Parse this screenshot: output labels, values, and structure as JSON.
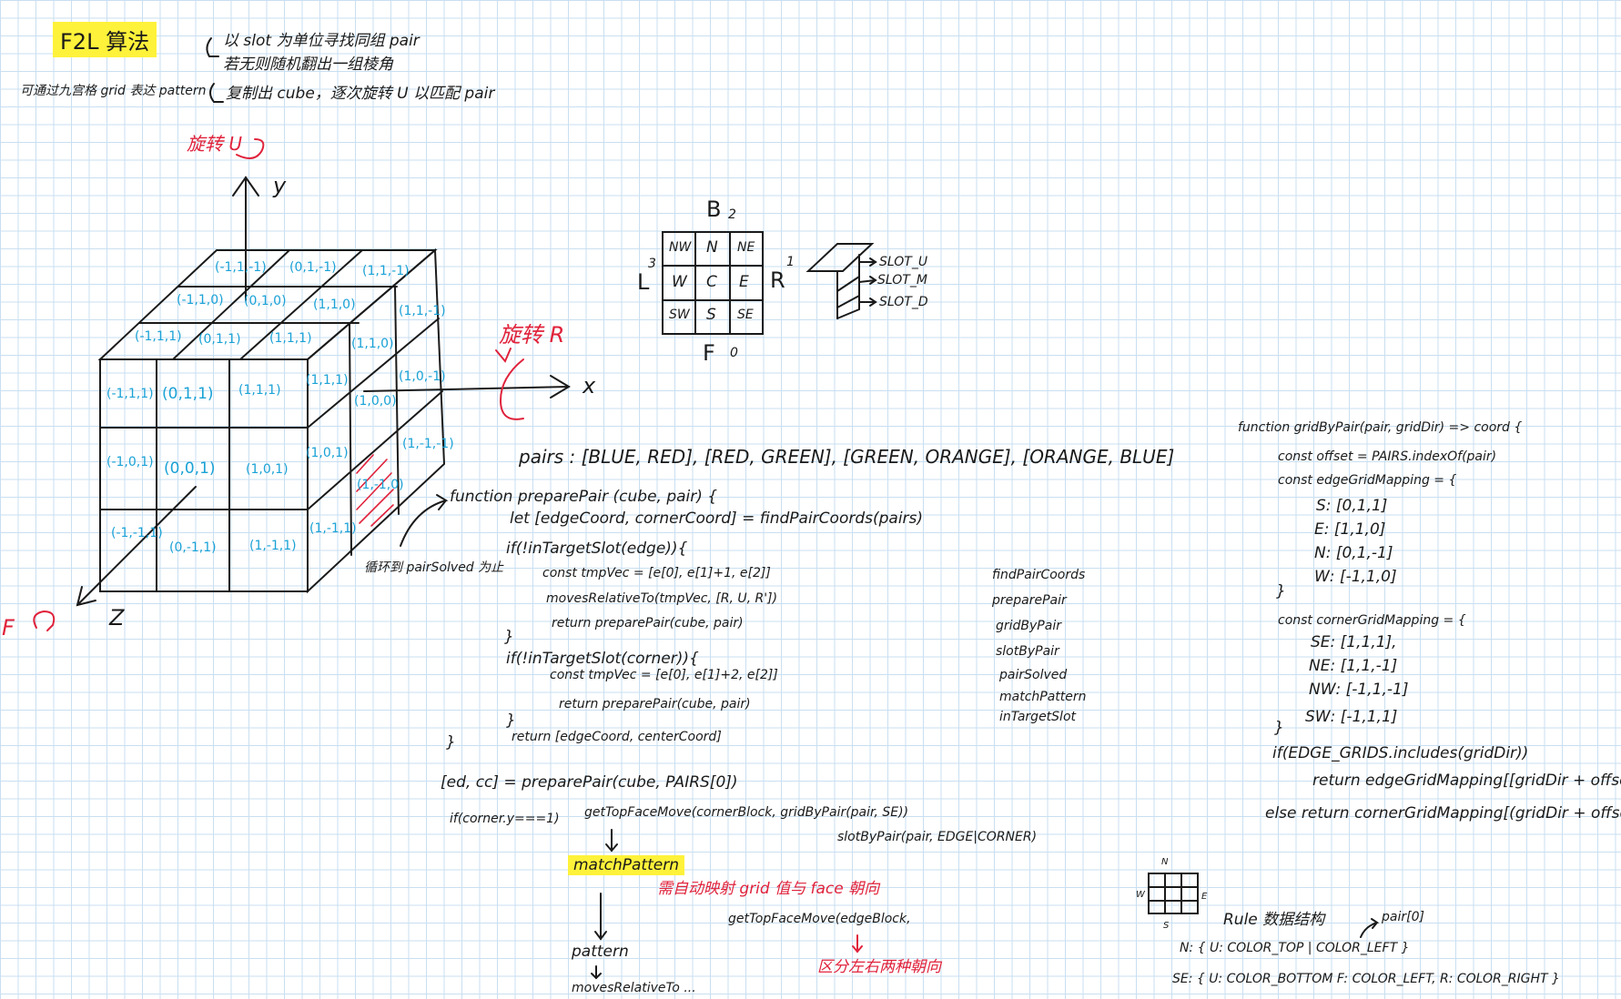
{
  "title": "F2L 算法",
  "notes_top": [
    "以 slot 为单位寻找同组 pair",
    "若无则随机翻出一组棱角",
    "复制出 cube，逐次旋转 U 以匹配 pair"
  ],
  "side_note": "可通过九宫格 grid 表达 pattern",
  "cube": {
    "rotate_u": "旋转 U",
    "rotate_r": "旋转 R",
    "axis_x": "x",
    "axis_y": "y",
    "axis_z": "Z",
    "f_label": "F",
    "loop_note": "循环到 pairSolved 为止",
    "coords": [
      "(-1,1,-1)",
      "(0,1,-1)",
      "(1,1,-1)",
      "(-1,1,0)",
      "(0,1,0)",
      "(1,1,0)",
      "(1,1,-1)",
      "(-1,1,1)",
      "(0,1,1)",
      "(1,1,1)",
      "(1,1,0)",
      "(-1,1,1)",
      "(0,1,1)",
      "(1,1,1)",
      "(1,1,1)",
      "(1,0,-1)",
      "(1,0,0)",
      "(-1,0,1)",
      "(0,0,1)",
      "(1,0,1)",
      "(1,0,1)",
      "(1,-1,-1)",
      "(1,-1,0)",
      "(-1,-1,1)",
      "(0,-1,1)",
      "(1,-1,1)",
      "(1,-1,1)"
    ]
  },
  "grid9": {
    "top": "B",
    "top_sub": "2",
    "left": "L",
    "left_sub": "3",
    "right": "R",
    "right_sub": "1",
    "bottom": "F",
    "bottom_sub": "0",
    "cells": [
      "NW",
      "N",
      "NE",
      "W",
      "C",
      "E",
      "SW",
      "S",
      "SE"
    ]
  },
  "slots": [
    "SLOT_U",
    "SLOT_M",
    "SLOT_D"
  ],
  "code_main": [
    "pairs : [BLUE, RED], [RED, GREEN], [GREEN, ORANGE], [ORANGE, BLUE]",
    "function preparePair (cube, pair) {",
    "let [edgeCoord, cornerCoord] = findPairCoords(pairs)",
    "if(!inTargetSlot(edge)){",
    "const tmpVec = [e[0], e[1]+1, e[2]]",
    "movesRelativeTo(tmpVec, [R, U, R'])",
    "return preparePair(cube, pair)",
    "}",
    "if(!inTargetSlot(corner)){",
    "const tmpVec = [e[0], e[1]+2, e[2]]",
    "return preparePair(cube, pair)",
    "}",
    "return [edgeCoord, centerCoord]",
    "}"
  ],
  "code_call": [
    "[ed, cc] = preparePair(cube, PAIRS[0])",
    "if(corner.y===1)",
    "getTopFaceMove(cornerBlock, gridByPair(pair, SE))",
    "slotByPair(pair, EDGE|CORNER)"
  ],
  "match_pattern": "matchPattern",
  "match_note": "需自动映射 grid 值与 face 朝向",
  "pattern": "pattern",
  "moves_relative": "movesRelativeTo ...",
  "get_top_edge": "getTopFaceMove(edgeBlock,",
  "two_dir_note": "区分左右两种朝向",
  "fn_list": [
    "findPairCoords",
    "preparePair",
    "gridByPair",
    "slotByPair",
    "pairSolved",
    "matchPattern",
    "inTargetSlot"
  ],
  "code_right": [
    "function gridByPair(pair, gridDir) => coord {",
    "const offset = PAIRS.indexOf(pair)",
    "const edgeGridMapping = {",
    "S: [0,1,1]",
    "E: [1,1,0]",
    "N: [0,1,-1]",
    "W: [-1,1,0]",
    "}",
    "const cornerGridMapping = {",
    "SE: [1,1,1],",
    "NE: [1,1,-1]",
    "NW: [-1,1,-1]",
    "SW: [-1,1,1]",
    "}",
    "if(EDGE_GRIDS.includes(gridDir))",
    "return edgeGridMapping[[gridDir + offset",
    "else return cornerGridMapping[(gridDir + offset"
  ],
  "rule": {
    "compass_n": "N",
    "compass_w": "W",
    "compass_e": "E",
    "compass_s": "S",
    "title": "Rule 数据结构",
    "pair_label": "pair[0]",
    "line1": "N: { U: COLOR_TOP | COLOR_LEFT }",
    "line2": "SE: { U: COLOR_BOTTOM F: COLOR_LEFT, R: COLOR_RIGHT }"
  }
}
